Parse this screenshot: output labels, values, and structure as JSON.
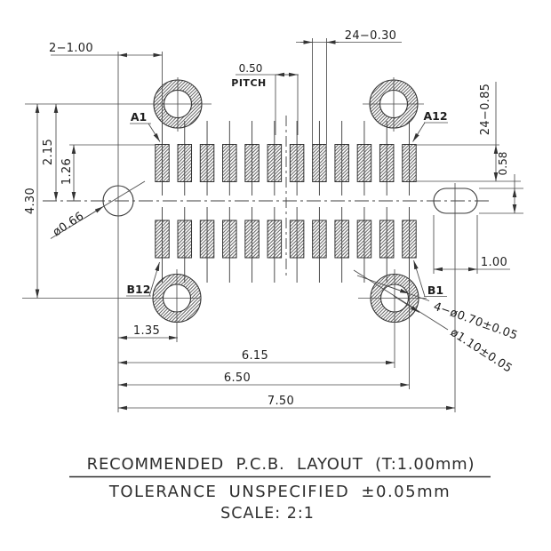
{
  "drawing": {
    "dim_2_100": "2−1.00",
    "dim_24_030": "24−0.30",
    "dim_050": "0.50",
    "pitch_word": "PITCH",
    "dim_24_085": "24−0.85",
    "dim_058": "0.58",
    "dim_slot_width": "1.00",
    "dim_215": "2.15",
    "dim_430": "4.30",
    "dim_126": "1.26",
    "dim_small_hole": "ø0.66",
    "dim_135": "1.35",
    "dim_615": "6.15",
    "dim_650": "6.50",
    "dim_750": "7.50",
    "dim_corner_hole_inner": "4−ø0.70±0.05",
    "dim_corner_hole_outer": "ø1.10±0.05",
    "label_a1": "A1",
    "label_a12": "A12",
    "label_b12": "B12",
    "label_b1": "B1"
  },
  "title_block": {
    "line1": "RECOMMENDED P.C.B. LAYOUT (T:1.00mm)",
    "line2": "TOLERANCE UNSPECIFIED ±0.05mm",
    "line3": "SCALE: 2:1"
  }
}
